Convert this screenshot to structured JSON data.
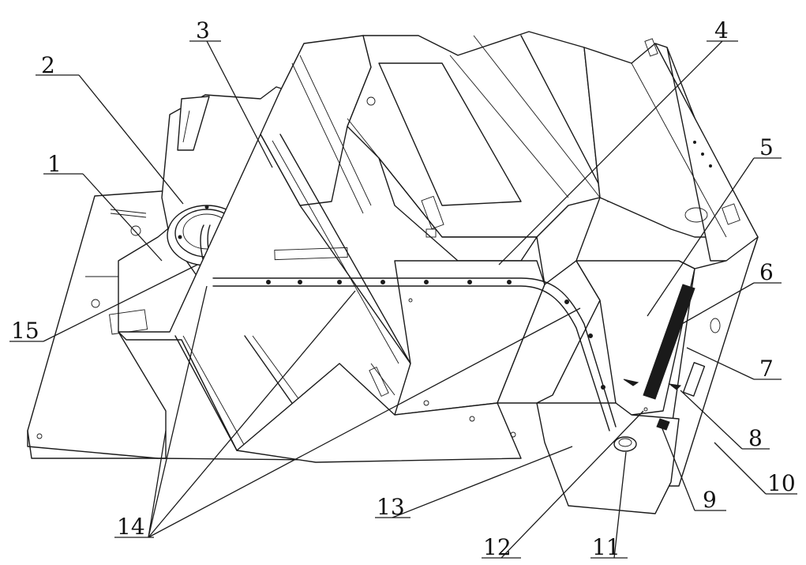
{
  "figure": {
    "labels": [
      {
        "id": "l1",
        "text": "1"
      },
      {
        "id": "l2",
        "text": "2"
      },
      {
        "id": "l3",
        "text": "3"
      },
      {
        "id": "l4",
        "text": "4"
      },
      {
        "id": "l5",
        "text": "5"
      },
      {
        "id": "l6",
        "text": "6"
      },
      {
        "id": "l7",
        "text": "7"
      },
      {
        "id": "l8",
        "text": "8"
      },
      {
        "id": "l9",
        "text": "9"
      },
      {
        "id": "l10",
        "text": "10"
      },
      {
        "id": "l11",
        "text": "11"
      },
      {
        "id": "l12",
        "text": "12"
      },
      {
        "id": "l13",
        "text": "13"
      },
      {
        "id": "l14",
        "text": "14"
      },
      {
        "id": "l15",
        "text": "15"
      }
    ],
    "colors": {
      "line": "#1a1a1a",
      "background": "#ffffff"
    }
  }
}
